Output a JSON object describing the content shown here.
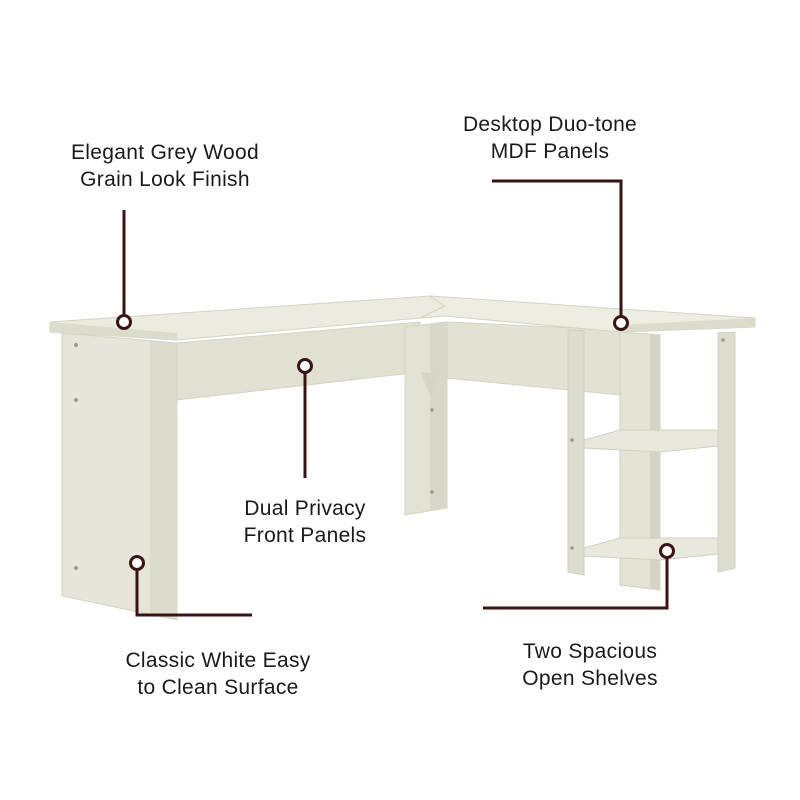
{
  "colors": {
    "leader": "#3a1414",
    "desk_top": "#ebeadf",
    "desk_front": "#e4e3d6",
    "desk_side": "#dcdbcd",
    "desk_shadow": "#cfcebf",
    "background": "#ffffff"
  },
  "callouts": {
    "grey_wood": {
      "line1": "Elegant Grey Wood",
      "line2": "Grain Look Finish"
    },
    "duo_tone": {
      "line1": "Desktop Duo-tone",
      "line2": "MDF Panels"
    },
    "privacy": {
      "line1": "Dual Privacy",
      "line2": "Front Panels"
    },
    "white_surface": {
      "line1": "Classic White Easy",
      "line2": "to Clean Surface"
    },
    "shelves": {
      "line1": "Two Spacious",
      "line2": "Open Shelves"
    }
  }
}
